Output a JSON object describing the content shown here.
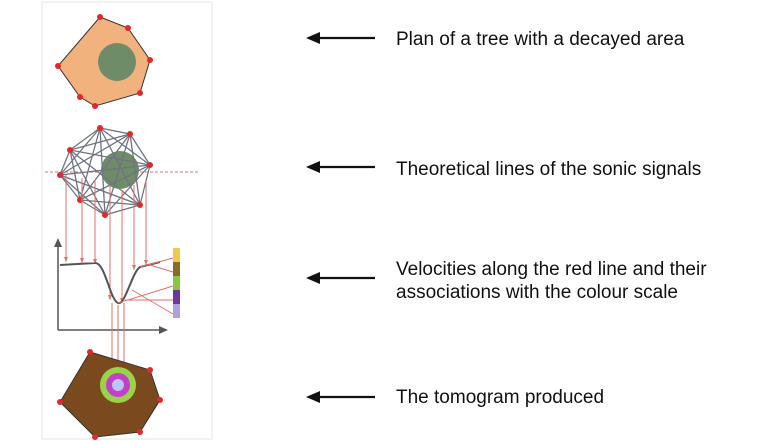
{
  "diagram": {
    "steps": [
      {
        "label_lines": [
          "Plan of a tree with a decayed area"
        ]
      },
      {
        "label_lines": [
          "Theoretical lines of the sonic signals"
        ]
      },
      {
        "label_lines": [
          "Velocities along the red line and their",
          "associations with the colour scale"
        ]
      },
      {
        "label_lines": [
          "The tomogram produced"
        ]
      }
    ],
    "colors": {
      "trunk_fill": "#F2B27E",
      "decay_fill": "#6E8C68",
      "sensor_dot": "#E2282A",
      "signal_lines": "#6E7480",
      "red_line": "#E0706A",
      "tomogram_fill": "#7A4A1E",
      "tomogram_ring_outer": "#9AD24A",
      "tomogram_ring_mid": "#C040C8",
      "tomogram_core": "#B9C8F0",
      "axis": "#555555",
      "arrow": "#111111",
      "colour_scale": [
        "#F0C84A",
        "#8A6A2A",
        "#88C840",
        "#6A3A9A",
        "#B0A0E0"
      ]
    }
  }
}
